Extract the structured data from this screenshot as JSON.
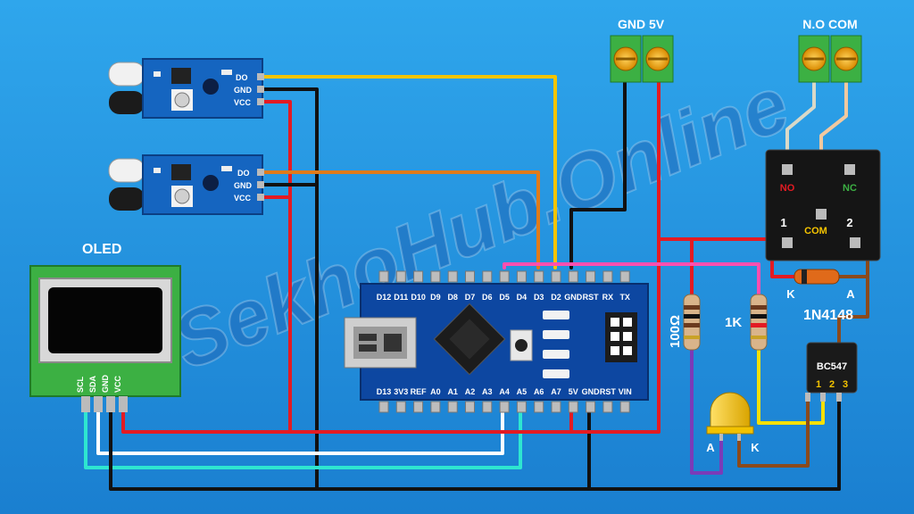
{
  "watermark": "SekhoHub.Online",
  "colors": {
    "background_top": "#2fa6ec",
    "background_bottom": "#1a7fd0",
    "module_blue": "#1565c0",
    "board_blue": "#0d47a1",
    "terminal_green": "#3cb043",
    "wire_red": "#e31b23",
    "wire_black": "#111111",
    "wire_yellow": "#f5c400",
    "wire_orange": "#e07b1a",
    "wire_pink": "#ff4fb0",
    "wire_purple": "#7a3bb8",
    "wire_brown": "#8b4a1c",
    "wire_white": "#ffffff",
    "wire_cyan": "#2ee6d0",
    "led_yellow": "#f2c200"
  },
  "ir_sensor_top": {
    "pins": [
      "DO",
      "GND",
      "VCC"
    ]
  },
  "ir_sensor_bottom": {
    "pins": [
      "DO",
      "GND",
      "VCC"
    ]
  },
  "oled": {
    "title": "OLED",
    "pins": [
      "SCL",
      "SDA",
      "GND",
      "VCC"
    ]
  },
  "arduino": {
    "top_pins": [
      "D12",
      "D11",
      "D10",
      "D9",
      "D8",
      "D7",
      "D6",
      "D5",
      "D4",
      "D3",
      "D2",
      "GND",
      "RST",
      "RX",
      "TX"
    ],
    "bottom_pins": [
      "D13",
      "3V3",
      "REF",
      "A0",
      "A1",
      "A2",
      "A3",
      "A4",
      "A5",
      "A6",
      "A7",
      "5V",
      "GND",
      "RST",
      "VIN"
    ]
  },
  "power_terminal": {
    "label": "GND 5V"
  },
  "relay_terminal": {
    "label": "N.O COM"
  },
  "relay": {
    "no_label": "NO",
    "nc_label": "NC",
    "com_label": "COM",
    "coil_1": "1",
    "coil_2": "2",
    "no_color": "#e31b23",
    "nc_color": "#3cb043",
    "com_color": "#f5c400"
  },
  "resistor_100": {
    "label": "100Ω"
  },
  "resistor_1k": {
    "label": "1K"
  },
  "diode": {
    "label": "1N4148",
    "k": "K",
    "a": "A"
  },
  "transistor": {
    "label": "BC547",
    "pins": [
      "1",
      "2",
      "3"
    ]
  },
  "led": {
    "a": "A",
    "k": "K"
  }
}
